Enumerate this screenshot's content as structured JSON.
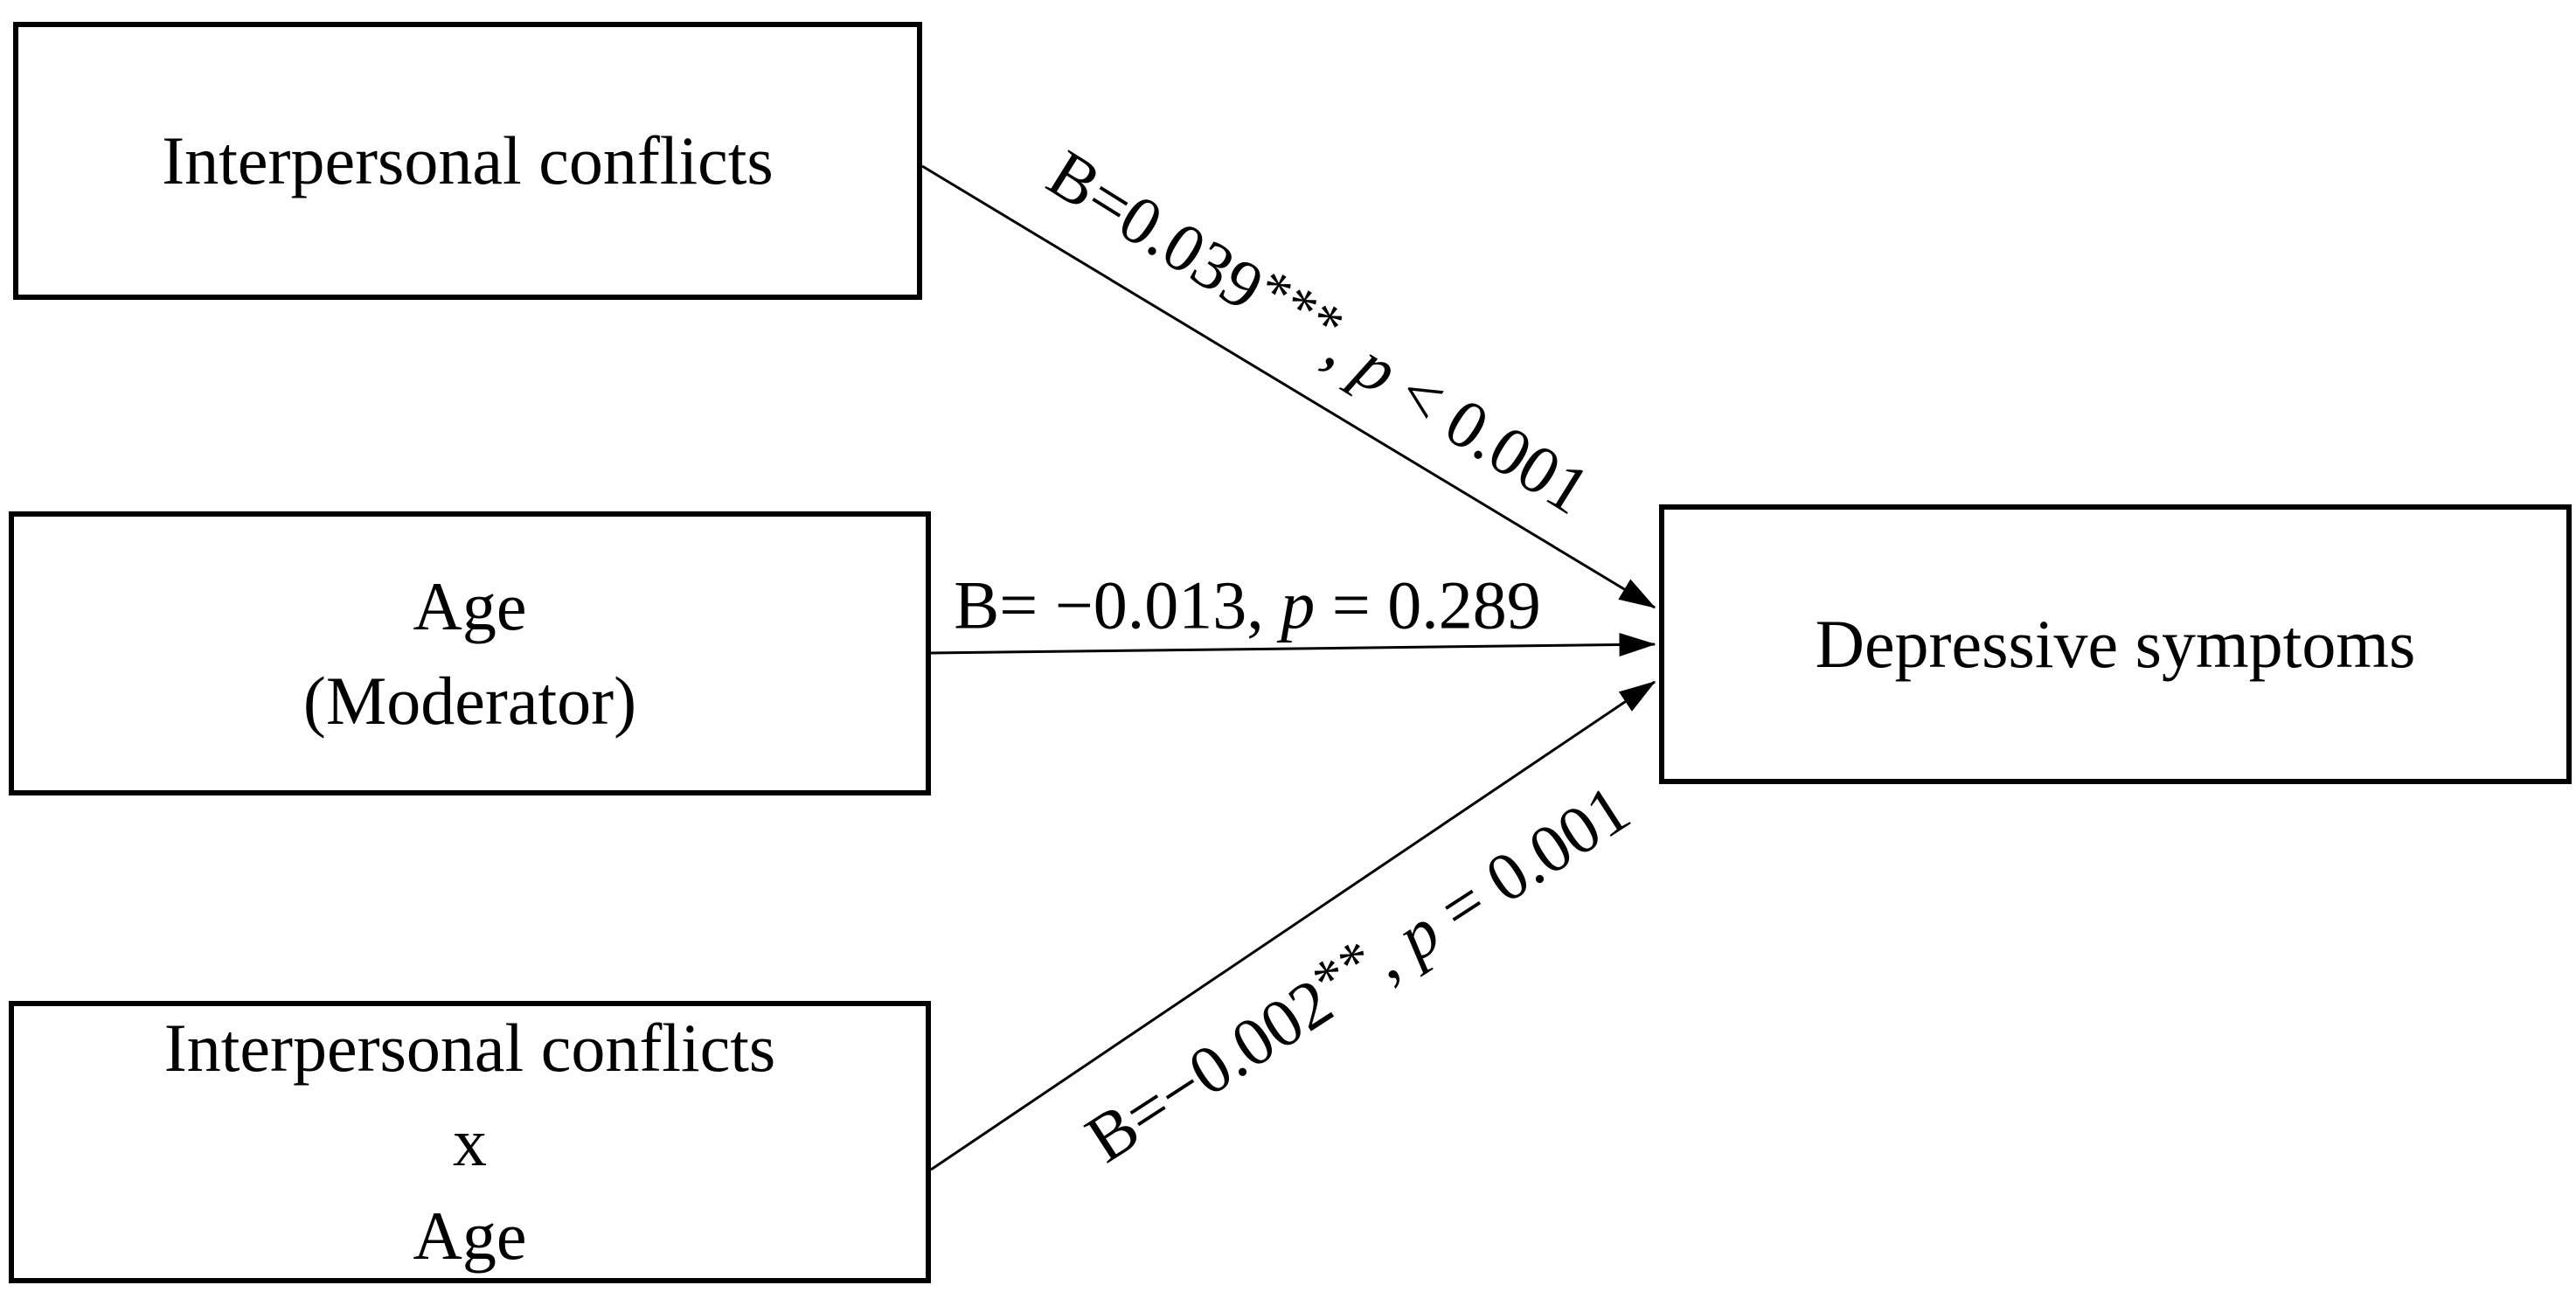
{
  "figure": {
    "background": "#ffffff",
    "line_color": "#000000",
    "text_color": "#000000"
  },
  "boxes": {
    "predictor": {
      "lines": [
        "Interpersonal conflicts"
      ]
    },
    "moderator": {
      "lines": [
        "Age",
        "(Moderator)"
      ]
    },
    "interaction": {
      "lines": [
        "Interpersonal conflicts",
        "x",
        "Age"
      ]
    },
    "outcome": {
      "lines": [
        "Depressive symptoms"
      ]
    }
  },
  "paths": [
    {
      "from": "Interpersonal conflicts",
      "to": "Depressive symptoms",
      "coef": "B=0.039",
      "stars": "***",
      "sep": ", ",
      "p_symbol": "p",
      "p_value": " < 0.001"
    },
    {
      "from": "Age (Moderator)",
      "to": "Depressive symptoms",
      "coef": "B= −0.013",
      "stars": "",
      "sep": ", ",
      "p_symbol": "p",
      "p_value": " = 0.289"
    },
    {
      "from": "Interpersonal conflicts x Age",
      "to": "Depressive symptoms",
      "coef": "B=−0.002",
      "stars": "**",
      "sep": ", ",
      "p_symbol": "p",
      "p_value": " = 0.001"
    }
  ]
}
